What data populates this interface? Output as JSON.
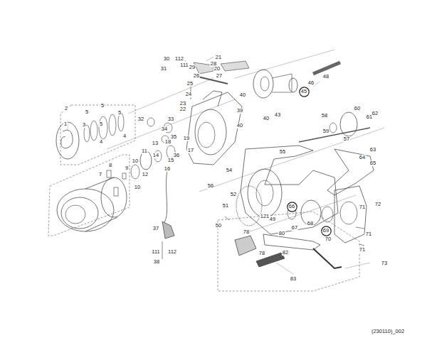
{
  "diagram": {
    "nodes": [
      {
        "text": [
          "45"
        ]
      },
      {
        "text": [
          "66"
        ]
      },
      {
        "text": [
          "69"
        ]
      }
    ],
    "labels": [
      "30",
      "112",
      "111",
      "29",
      "31",
      "21",
      "28",
      "20",
      "26",
      "27",
      "25",
      "46",
      "48",
      "24",
      "40",
      "23",
      "22",
      "39",
      "43",
      "40",
      "40",
      "2",
      "5",
      "5",
      "5",
      "3",
      "5",
      "4",
      "4",
      "1",
      "32",
      "33",
      "34",
      "35",
      "18",
      "19",
      "17",
      "36",
      "13",
      "11",
      "14",
      "10",
      "15",
      "16",
      "12",
      "10",
      "9",
      "8",
      "7",
      "58",
      "60",
      "61",
      "62",
      "59",
      "57",
      "63",
      "64",
      "65",
      "55",
      "54",
      "56",
      "52",
      "51",
      "50",
      "121",
      "49",
      "67",
      "68",
      "70",
      "71",
      "72",
      "71",
      "71",
      "37",
      "111",
      "112",
      "38",
      "78",
      "80",
      "78",
      "82",
      "83",
      "73",
      "(230110)_002"
    ]
  }
}
